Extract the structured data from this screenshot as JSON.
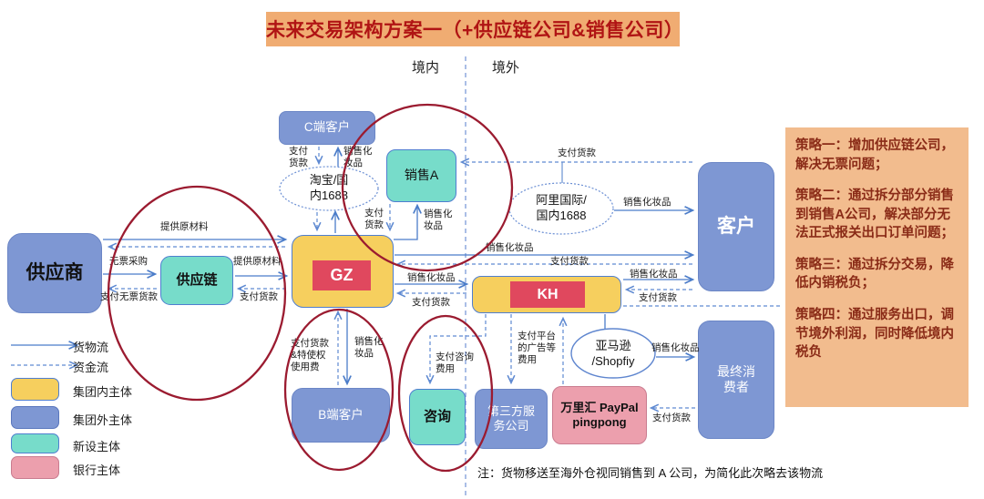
{
  "title": "未来交易架构方案一（+供应链公司&销售公司）",
  "regions": {
    "domestic": "境内",
    "overseas": "境外"
  },
  "nodes": {
    "supplier": "供应商",
    "supply_chain": "供应链",
    "c_customer": "C端客户",
    "taobao": "淘宝/国\n内1688",
    "sales_a": "销售A",
    "gz": "GZ",
    "kh": "KH",
    "ali": "阿里国际/\n国内1688",
    "customer": "客户",
    "b_customer": "B端客户",
    "consulting": "咨询",
    "third_party": "第三方服\n务公司",
    "wanlihui": "万里汇 PayPal\npingpong",
    "amazon": "亚马逊\n/Shopfiy",
    "final_consumer": "最终消\n费者"
  },
  "edges": {
    "supplier_gz_goods": "提供原材料",
    "supplier_sc_goods": "无票采购",
    "sc_supplier_pay": "支付无票货款",
    "sc_gz_goods": "提供原材料",
    "gz_sc_pay": "支付货款",
    "c_taobao_pay": "支付\n货款",
    "taobao_c_goods": "销售化\n妆品",
    "salesa_gz_pay": "支付\n货款",
    "gz_salesa_goods": "销售化\n妆品",
    "customer_salesa_pay": "支付货款",
    "ali_customer_goods": "销售化妆品",
    "gz_customer_goods": "销售化妆品",
    "customer_gz_pay": "支付货款",
    "gz_kh_goods": "销售化妆品",
    "kh_gz_pay": "支付货款",
    "kh_customer_goods": "销售化妆品",
    "customer_kh_pay": "支付货款",
    "b_gz_pay": "支付货款\n&特使权\n使用费",
    "gz_b_goods": "销售化\n妆品",
    "kh_consult_fee": "支付咨询\n费用",
    "kh_platform_fee": "支付平台\n的广告等\n费用",
    "amazon_consumer_goods": "销售化妆品",
    "consumer_wanlihui_pay": "支付货款"
  },
  "legend": {
    "flows": [
      {
        "label": "货物流"
      },
      {
        "label": "资金流"
      }
    ],
    "entities": [
      {
        "label": "集团内主体",
        "color": "#f6cf5e"
      },
      {
        "label": "集团外主体",
        "color": "#7e97d3"
      },
      {
        "label": "新设主体",
        "color": "#77dcca"
      },
      {
        "label": "银行主体",
        "color": "#ec9fad"
      }
    ]
  },
  "strategies": [
    "策略一：增加供应链公司，解决无票问题；",
    "策略二：通过拆分部分销售到销售A公司，解决部分无法正式报关出口订单问题；",
    "策略三：通过拆分交易，降低内销税负；",
    "策略四：通过服务出口，调节境外利润，同时降低境内税负"
  ],
  "note": "注：货物移送至海外仓视同销售到 A 公司，为简化此次略去该物流",
  "colors": {
    "title_bar": "#f0ac72",
    "title_text": "#b01414",
    "panel": "#f2bc8e",
    "panel_text": "#8a2b17",
    "group_internal": "#f6cf5e",
    "group_external": "#7e97d3",
    "new_entity": "#77dcca",
    "bank_entity": "#ec9fad",
    "highlight_box": "#e0485e",
    "flow_blue": "#4b7cc9",
    "circle_red": "#9b1b30"
  }
}
